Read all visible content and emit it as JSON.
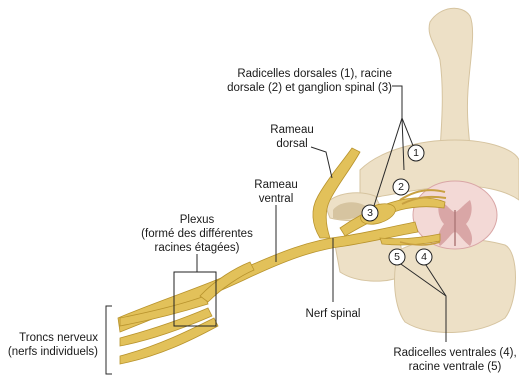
{
  "labels": {
    "radicelles_dorsales": [
      "Radicelles dorsales (1), racine",
      "dorsale (2) et ganglion spinal (3)"
    ],
    "rameau_dorsal": [
      "Rameau",
      "dorsal"
    ],
    "rameau_ventral": [
      "Rameau",
      "ventral"
    ],
    "plexus": [
      "Plexus",
      "(formé des différentes",
      "racines étagées)"
    ],
    "nerf_spinal": "Nerf spinal",
    "troncs_nerveux": [
      "Troncs nerveux",
      "(nerfs individuels)"
    ],
    "radicelles_ventrales": [
      "Radicelles ventrales (4),",
      "racine ventrale (5)"
    ]
  },
  "markers": [
    "1",
    "2",
    "3",
    "4",
    "5"
  ],
  "colors": {
    "bone": "#ede0c6",
    "bone_shadow": "#d6c4a0",
    "nerve": "#e2c15a",
    "nerve_outline": "#b8932c",
    "cord_white": "#f3d9d6",
    "cord_grey": "#d9a6a6"
  }
}
